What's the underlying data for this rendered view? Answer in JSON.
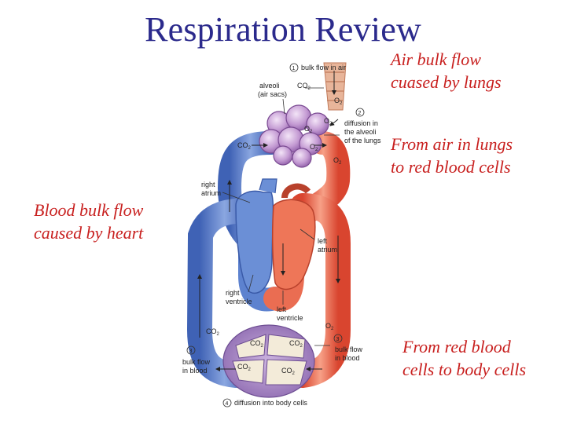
{
  "title": "Respiration Review",
  "notes": {
    "air_bulk": [
      "Air bulk flow",
      "cuased by lungs"
    ],
    "air_to_blood": [
      "From air in lungs",
      "to red blood cells"
    ],
    "blood_bulk": [
      "Blood bulk flow",
      "caused by heart"
    ],
    "blood_to_body": [
      "From red blood",
      "cells to body cells"
    ]
  },
  "diagram": {
    "steps": {
      "s1": {
        "num": "1",
        "text": "bulk flow in air"
      },
      "s2": {
        "num": "2",
        "lines": [
          "diffusion in",
          "the alveoli",
          "of the lungs"
        ]
      },
      "s3_right": {
        "num": "3",
        "lines": [
          "bulk flow",
          "in blood"
        ]
      },
      "s3_left": {
        "num": "3",
        "lines": [
          "bulk flow",
          "in blood"
        ]
      },
      "s4": {
        "num": "4",
        "text": "diffusion into body cells"
      }
    },
    "labels": {
      "alveoli": [
        "alveoli",
        "(air sacs)"
      ],
      "right_atrium": [
        "right",
        "atrium"
      ],
      "left_atrium": [
        "left",
        "atrium"
      ],
      "right_ventricle": [
        "right",
        "ventricle"
      ],
      "left_ventricle": [
        "left",
        "ventricle"
      ]
    },
    "gas": {
      "co2": "CO",
      "o2": "O",
      "co2_sub": "2",
      "o2_sub": "2"
    },
    "colors": {
      "oxygenated": "#e8553e",
      "deoxygenated": "#4f74c4",
      "alveoli": "#b07ac4",
      "tissue": "#9a78b8",
      "title": "#2b2a8c",
      "note": "#c8201f"
    }
  }
}
